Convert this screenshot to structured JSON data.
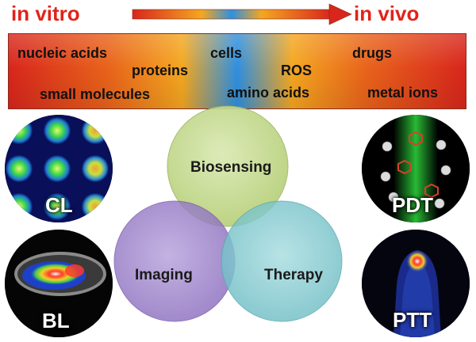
{
  "header": {
    "left_label": "in vitro",
    "right_label": "in vivo"
  },
  "analytes": {
    "nucleic_acids": "nucleic acids",
    "proteins": "proteins",
    "cells": "cells",
    "ros": "ROS",
    "drugs": "drugs",
    "small_molecules": "small molecules",
    "amino_acids": "amino acids",
    "metal_ions": "metal ions"
  },
  "venn": {
    "biosensing": "Biosensing",
    "imaging": "Imaging",
    "therapy": "Therapy",
    "colors": {
      "biosensing": "#c3d98a",
      "imaging": "#9a7cc9",
      "therapy": "#7fcad0"
    }
  },
  "badges": {
    "cl": "CL",
    "bl": "BL",
    "pdt": "PDT",
    "ptt": "PTT"
  },
  "colors": {
    "title_red": "#e2231a",
    "gradient": [
      "#d8261c",
      "#f4a720",
      "#2f8fe0",
      "#f4a720",
      "#d8261c"
    ]
  }
}
